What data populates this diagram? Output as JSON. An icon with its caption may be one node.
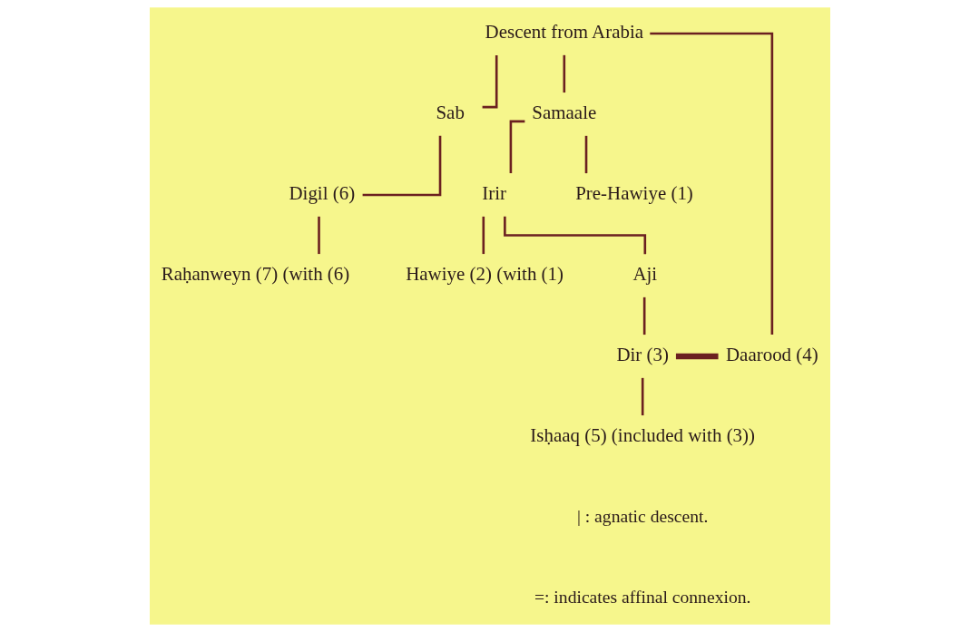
{
  "diagram": {
    "nodes": [
      {
        "text": [
          "Descent from Arabia"
        ]
      },
      {
        "text": [
          "Sab"
        ]
      },
      {
        "text": [
          "Samaale"
        ]
      },
      {
        "text": [
          "Digil (6)"
        ]
      },
      {
        "text": [
          "Raḥanweyn (7) (with (6)"
        ]
      },
      {
        "text": [
          "Irir"
        ]
      },
      {
        "text": [
          "Pre-Hawiye (1)"
        ]
      },
      {
        "text": [
          "Hawiye (2) (with (1)"
        ]
      },
      {
        "text": [
          "Aji"
        ]
      },
      {
        "text": [
          "Dir (3)"
        ]
      },
      {
        "text": [
          "Daarood (4)"
        ]
      },
      {
        "text": [
          "Isḥaaq (5) (included with (3))"
        ]
      }
    ],
    "edges": [
      {
        "from": 0,
        "to": 1,
        "arrow": "none"
      },
      {
        "from": 0,
        "to": 2,
        "arrow": "none"
      },
      {
        "from": 0,
        "to": 10,
        "arrow": "none"
      },
      {
        "from": 1,
        "to": 3,
        "arrow": "none"
      },
      {
        "from": 3,
        "to": 4,
        "arrow": "none"
      },
      {
        "from": 2,
        "to": 5,
        "arrow": "none"
      },
      {
        "from": 2,
        "to": 6,
        "arrow": "none"
      },
      {
        "from": 5,
        "to": 7,
        "arrow": "none"
      },
      {
        "from": 5,
        "to": 8,
        "arrow": "none"
      },
      {
        "from": 8,
        "to": 9,
        "arrow": "none"
      },
      {
        "from": 9,
        "to": 10,
        "arrow": "none",
        "style": "thick"
      },
      {
        "from": 9,
        "to": 11,
        "arrow": "none"
      }
    ],
    "legend": [
      {
        "text": "| : agnatic descent."
      },
      {
        "text": "=: indicates affinal connexion."
      }
    ]
  }
}
